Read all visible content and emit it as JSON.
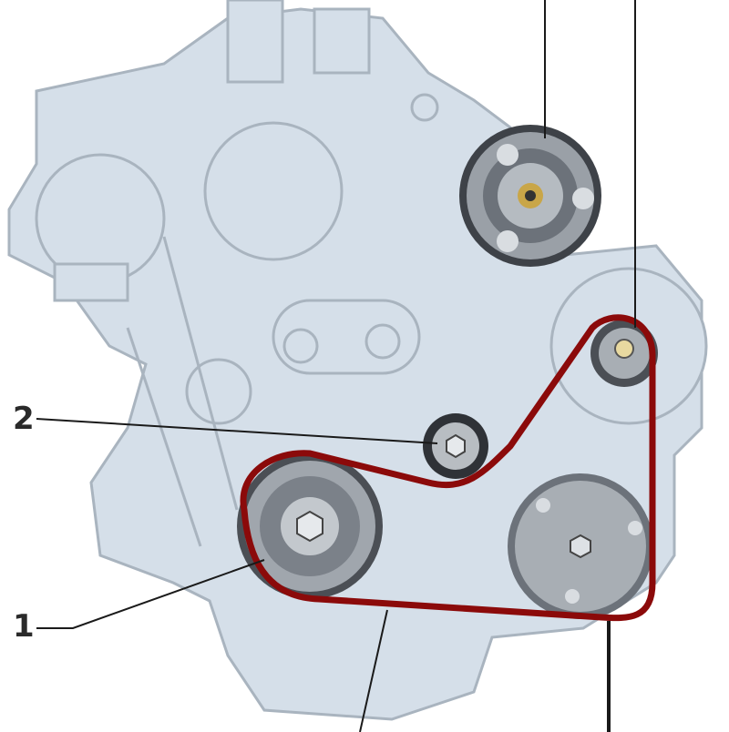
{
  "callouts": [
    {
      "id": "1",
      "text": "1"
    },
    {
      "id": "2",
      "text": "2"
    }
  ],
  "colors": {
    "engine_fill": "#d5dfe9",
    "engine_stroke": "#a9b4bf",
    "belt": "#8b0a0a",
    "pulley_dark": "#4b4f55",
    "pulley_mid": "#9aa0a7",
    "leader": "#1a1a1a"
  }
}
